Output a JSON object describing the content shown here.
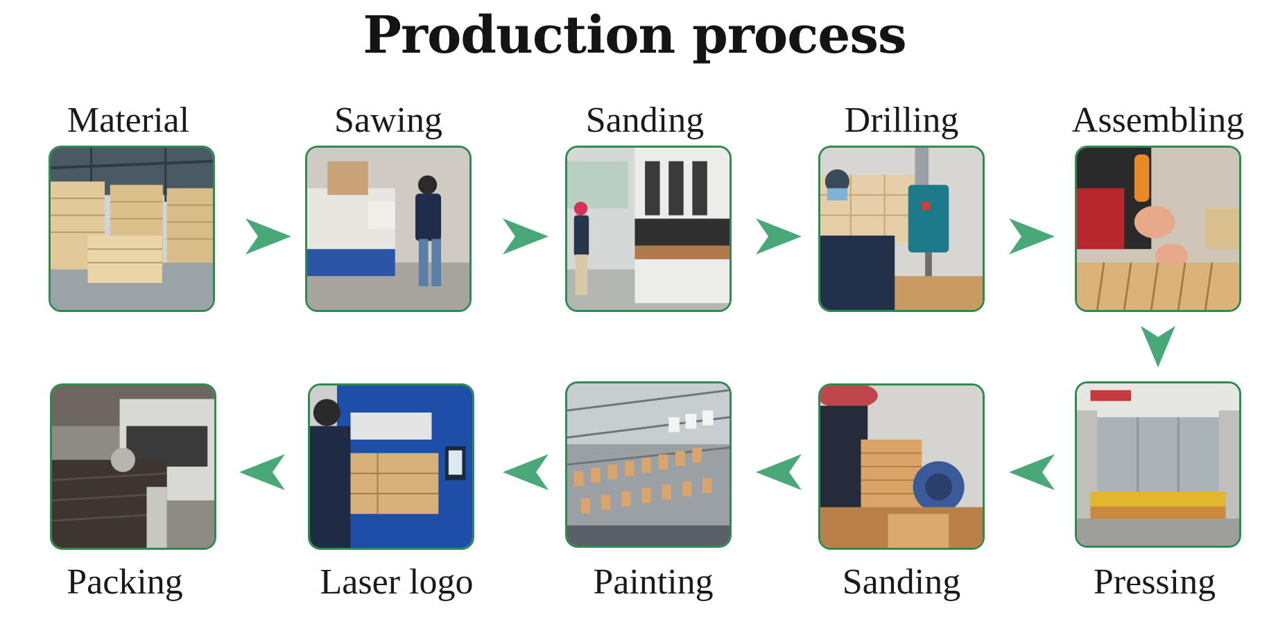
{
  "title": "Production process",
  "colors": {
    "frame": "#2e8a4f",
    "arrow": "#49a878",
    "text": "#1a1a1a"
  },
  "steps": [
    {
      "label": "Material"
    },
    {
      "label": "Sawing"
    },
    {
      "label": "Sanding"
    },
    {
      "label": "Drilling"
    },
    {
      "label": "Assembling"
    },
    {
      "label": "Pressing"
    },
    {
      "label": "Sanding"
    },
    {
      "label": "Painting"
    },
    {
      "label": "Laser logo"
    },
    {
      "label": "Packing"
    }
  ]
}
